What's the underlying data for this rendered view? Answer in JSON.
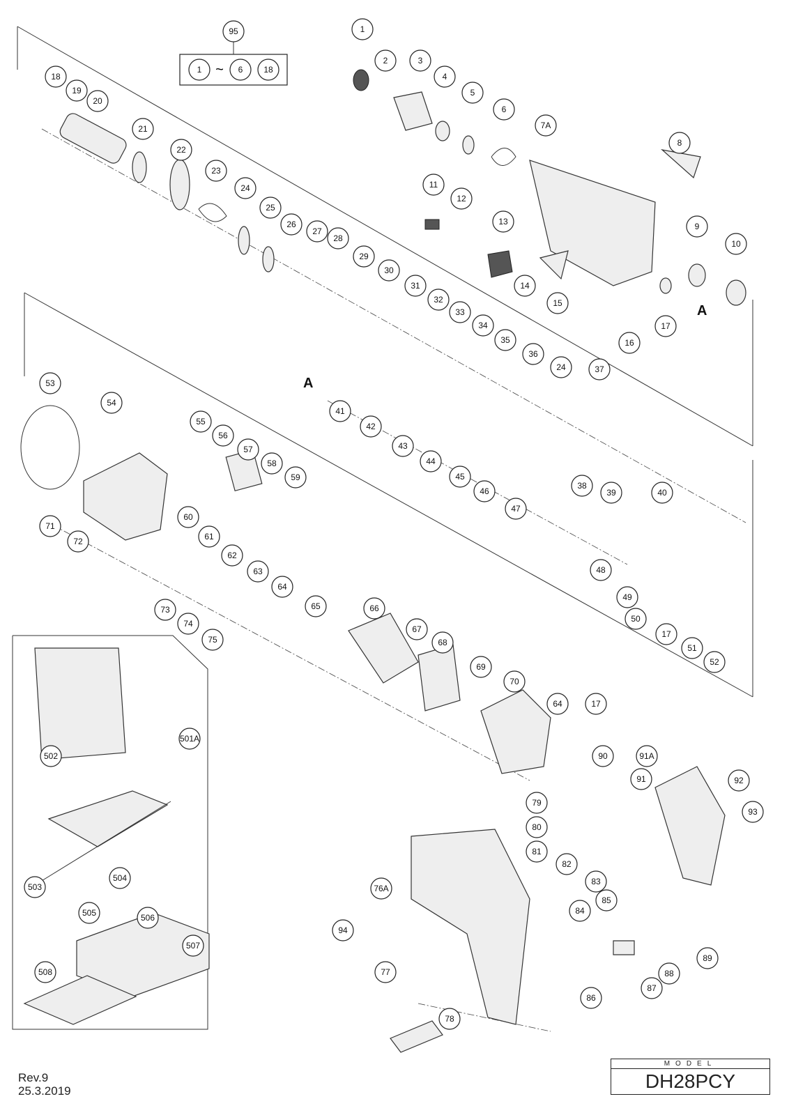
{
  "diagram": {
    "kit_callout": "95",
    "kit_contents": [
      "1",
      "~",
      "6",
      "18"
    ],
    "reference_markers": [
      "A",
      "A"
    ],
    "callouts": [
      "1",
      "2",
      "3",
      "4",
      "5",
      "6",
      "7A",
      "8",
      "9",
      "10",
      "11",
      "12",
      "13",
      "14",
      "15",
      "16",
      "17",
      "18",
      "19",
      "20",
      "21",
      "22",
      "23",
      "24",
      "25",
      "26",
      "27",
      "28",
      "29",
      "30",
      "31",
      "32",
      "33",
      "34",
      "35",
      "36",
      "24",
      "37",
      "41",
      "42",
      "43",
      "44",
      "45",
      "46",
      "47",
      "38",
      "39",
      "40",
      "48",
      "49",
      "50",
      "17",
      "51",
      "52",
      "53",
      "54",
      "55",
      "56",
      "57",
      "58",
      "59",
      "60",
      "61",
      "62",
      "63",
      "64",
      "65",
      "66",
      "67",
      "68",
      "69",
      "70",
      "64",
      "17",
      "71",
      "72",
      "73",
      "74",
      "75",
      "501A",
      "502",
      "503",
      "504",
      "505",
      "506",
      "507",
      "508",
      "90",
      "91A",
      "91",
      "92",
      "93",
      "79",
      "80",
      "81",
      "82",
      "83",
      "76A",
      "94",
      "84",
      "85",
      "77",
      "88",
      "89",
      "87",
      "86",
      "78"
    ]
  },
  "revision": {
    "rev": "Rev.9",
    "date": "25.3.2019"
  },
  "model": {
    "label": "MODEL",
    "name": "DH28PCY"
  }
}
